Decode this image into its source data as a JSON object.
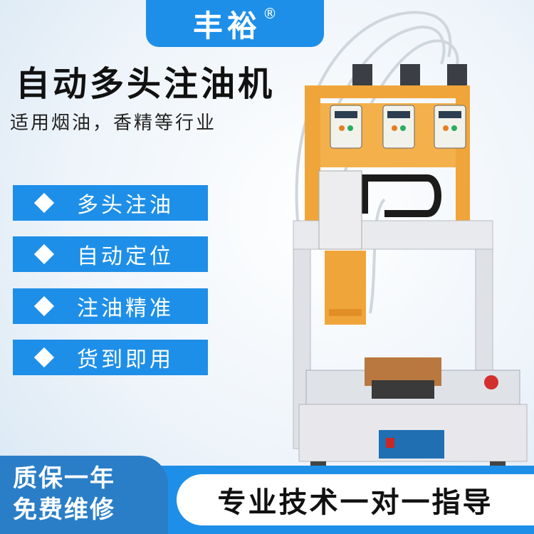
{
  "brand": {
    "name": "丰裕",
    "mark": "®"
  },
  "title": "自动多头注油机",
  "subtitle": "适用烟油，香精等行业",
  "features": [
    {
      "label": "多头注油"
    },
    {
      "label": "自动定位"
    },
    {
      "label": "注油精准"
    },
    {
      "label": "货到即用"
    }
  ],
  "warranty": {
    "line1": "质保一年",
    "line2": "免费维修"
  },
  "support": "专业技术一对一指导",
  "colors": {
    "accent": "#1e8fe8",
    "frame": "#f0a53a",
    "panel": "#e6e6ea"
  }
}
